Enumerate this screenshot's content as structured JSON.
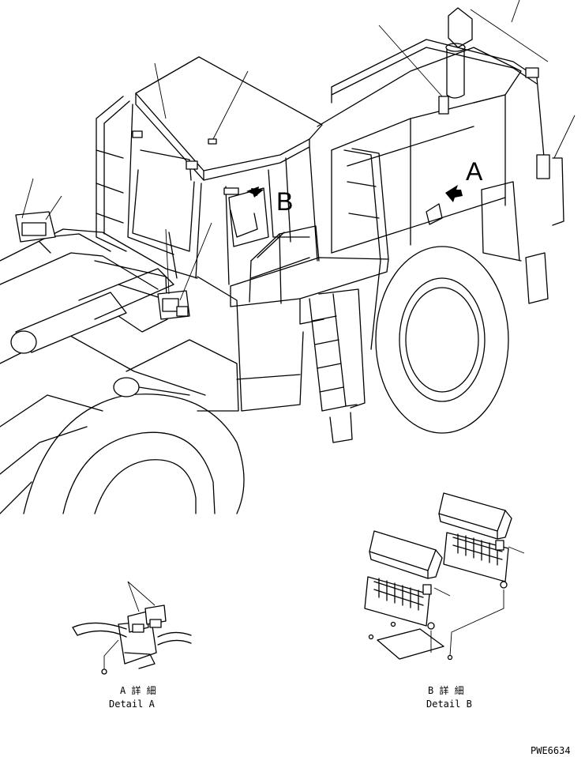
{
  "view_labels": {
    "a": "A",
    "b": "B"
  },
  "details": {
    "a": {
      "title_jp": "A 詳 細",
      "title_en": "Detail A"
    },
    "b": {
      "title_jp": "B 詳 細",
      "title_en": "Detail B"
    }
  },
  "drawing_number": "PWE6634"
}
